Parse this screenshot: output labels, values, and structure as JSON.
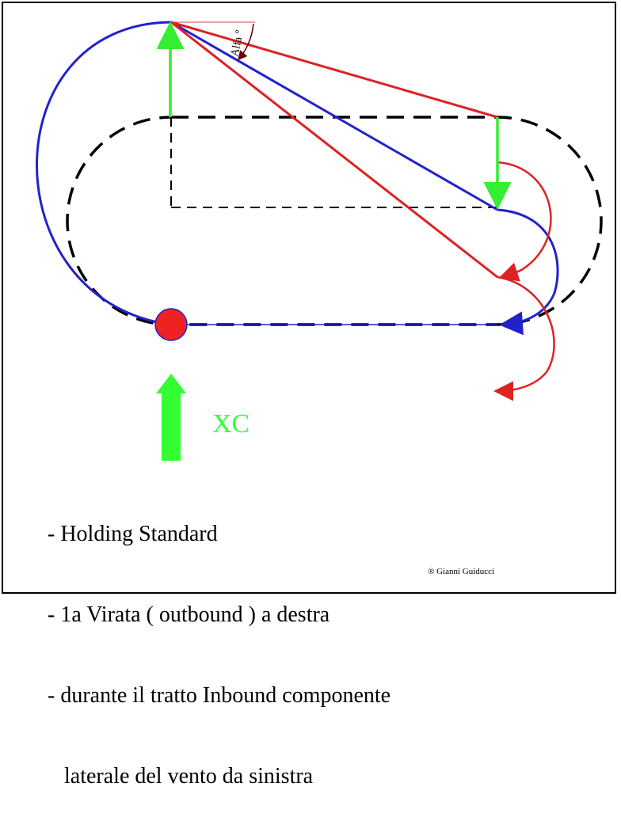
{
  "diagram": {
    "angle_label": "Alfa °",
    "xc_label": "XC",
    "notes": [
      "- Holding Standard",
      "- 1a Virata ( outbound ) a destra",
      "- durante il tratto Inbound componente",
      "   laterale del vento da sinistra"
    ],
    "copyright": "® Gianni Guiducci"
  },
  "colors": {
    "holding_pattern": "#000000",
    "no_wind_track": "#2222cc",
    "wind_corrected_track": "#dd2222",
    "wind_vector": "#33ee33",
    "fix": "#ee2222"
  }
}
